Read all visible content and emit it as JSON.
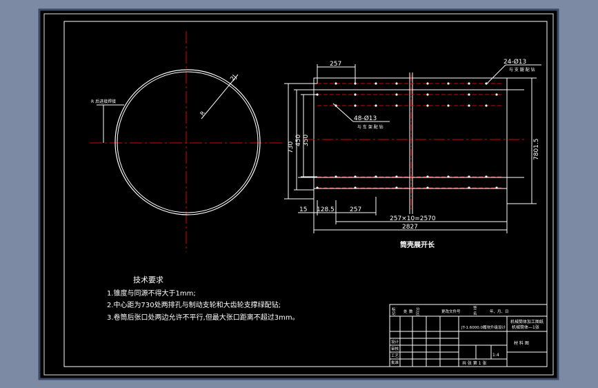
{
  "circle_view": {
    "radius_label": "R",
    "radius_value": "2J",
    "weld_note": "R 后进接焊接"
  },
  "plate_view": {
    "dims": {
      "top_257": "257",
      "holes_24": "24-Ø13",
      "holes_24_note": "与 支 腿 配 钻",
      "holes_48": "48-Ø13",
      "holes_48_note": "与 车 架 配 钻",
      "h_730": "730",
      "h_450": "450",
      "h_350": "350",
      "right_h": "7801.5",
      "b_15": "15",
      "b_128_5": "128.5",
      "b_257": "257",
      "b_pitch": "257×10=2570",
      "b_total": "2827"
    },
    "title": "筒壳展开长"
  },
  "tech_req": {
    "heading": "技术要求",
    "items": [
      "1.锥度与同源不得大于1mm;",
      "2.中心距为730处两排孔与制动支轮和大齿轮支撑绿配钻;",
      "3.卷筒后张口处两边允许不平行,但最大张口距离不超过3mm。"
    ]
  },
  "title_block": {
    "header": [
      "标",
      "记",
      "处",
      "数",
      "分",
      "区",
      "更改文件号",
      "签",
      "名",
      "年、月、日"
    ],
    "drawing_no": "JT-1.6000.0履块升级设计",
    "title": "机械筒体加工图纸",
    "subtitle": "机械筒体—1张",
    "material": "材 料 图",
    "scale": "1:4",
    "sheet": "共 张 第 1 张",
    "left_rows": [
      "设计",
      "审核",
      "工艺",
      "批准"
    ]
  }
}
